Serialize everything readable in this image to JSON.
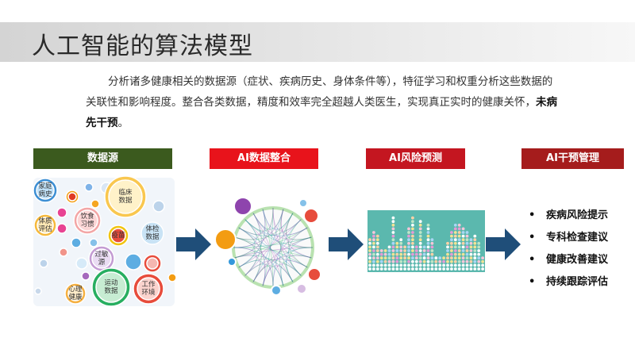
{
  "page": {
    "title": "人工智能的算法模型",
    "paragraph_main": "分析诸多健康相关的数据源（症状、疾病历史、身体条件等），特征学习和权重分析这些数据的关联性和影响程度。整合各类数据，精度和效率完全超越人类医生，实现真正实时的健康关怀，",
    "paragraph_bold": "未病先干预",
    "paragraph_end": "。"
  },
  "stages": {
    "s1": "数据源",
    "s2": "AI数据整合",
    "s3": "AI风险预测",
    "s4": "AI干预管理"
  },
  "bubbles": {
    "family": "家庭\n病史",
    "clinical": "临床\n数据",
    "diet": "饮食\n习惯",
    "physique": "体质\n评估",
    "vaccine": "疫苗",
    "physical_exam": "体检\n数据",
    "allergen": "过敏\n源",
    "exercise": "运动\n数据",
    "psych": "心理\n健康",
    "work_env": "工作\n环境"
  },
  "management": {
    "bullet": "•",
    "items": [
      "疾病风险提示",
      "专科检查建议",
      "健康改善建议",
      "持续跟踪评估"
    ]
  },
  "colors": {
    "stage1": "#3b5a1e",
    "stage2": "#e8131b",
    "stage3": "#c41620",
    "stage4": "#a51c1c",
    "arrow": "#1f4e79"
  }
}
